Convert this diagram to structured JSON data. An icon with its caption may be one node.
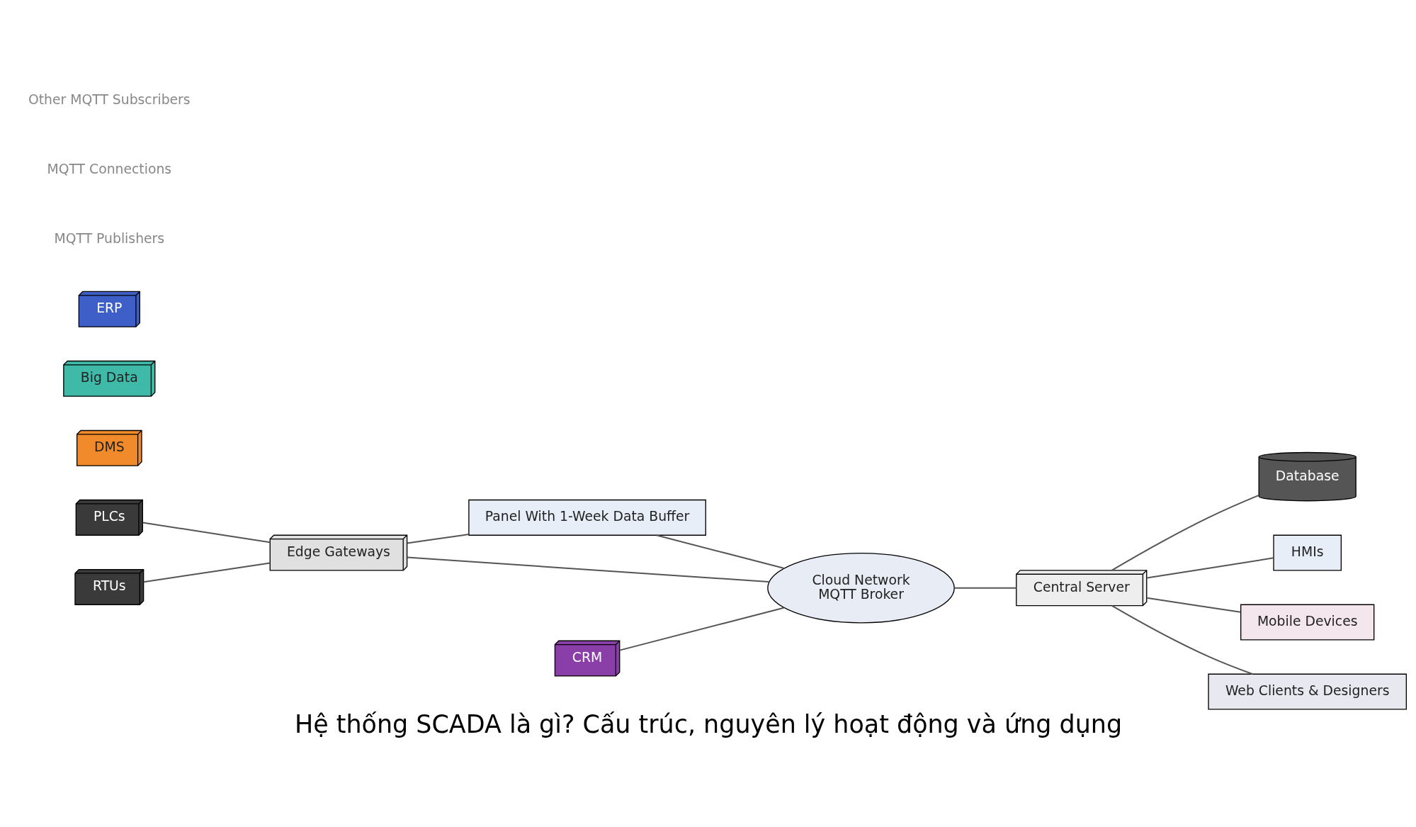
{
  "diagram": {
    "title": "Hệ thống SCADA là gì? Cấu trúc, nguyên lý hoạt động và ứng dụng",
    "nodes": [
      {
        "text": [
          "PLCs"
        ]
      },
      {
        "text": [
          "RTUs"
        ]
      },
      {
        "text": [
          "Edge Gateways"
        ]
      },
      {
        "text": [
          "Panel With 1-Week Data Buffer"
        ]
      },
      {
        "text": [
          "Cloud Network",
          "MQTT Broker"
        ]
      },
      {
        "text": [
          "Database"
        ]
      },
      {
        "text": [
          "Central Server"
        ]
      },
      {
        "text": [
          "DMS"
        ]
      },
      {
        "text": [
          "Big Data"
        ]
      },
      {
        "text": [
          "CRM"
        ]
      },
      {
        "text": [
          "ERP"
        ]
      },
      {
        "text": [
          "HMIs"
        ]
      },
      {
        "text": [
          "Mobile Devices"
        ]
      },
      {
        "text": [
          "Web Clients & Designers"
        ]
      }
    ],
    "edges": [
      {
        "from": 0,
        "to": 2,
        "arrow": "none"
      },
      {
        "from": 1,
        "to": 2,
        "arrow": "none"
      },
      {
        "from": 2,
        "to": 3,
        "arrow": "none"
      },
      {
        "from": 2,
        "to": 4,
        "arrow": "none"
      },
      {
        "from": 3,
        "to": 4,
        "arrow": "none"
      },
      {
        "from": 9,
        "to": 4,
        "arrow": "none"
      },
      {
        "from": 4,
        "to": 6,
        "arrow": "none"
      },
      {
        "from": 6,
        "to": 5,
        "arrow": "none"
      },
      {
        "from": 6,
        "to": 11,
        "arrow": "none"
      },
      {
        "from": 6,
        "to": 13,
        "arrow": "none"
      },
      {
        "from": 6,
        "to": 12,
        "arrow": "none"
      }
    ],
    "labels": [
      "MQTT Publishers",
      "MQTT Connections",
      "Other MQTT Subscribers"
    ]
  }
}
